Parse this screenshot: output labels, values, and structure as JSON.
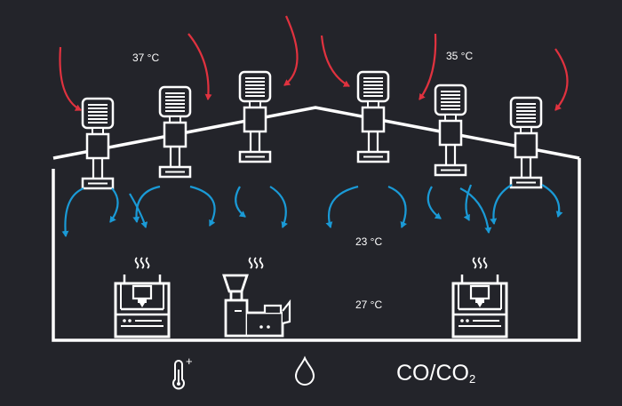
{
  "labels": {
    "outside_left_temp": "37 °C",
    "outside_right_temp": "35 °C",
    "inside_upper_temp": "23 °C",
    "inside_lower_temp": "27 °C"
  },
  "legend": {
    "gas_co": "CO/CO",
    "gas_sub": "2",
    "thermometer_plus": "+"
  },
  "colors": {
    "background": "#23242a",
    "line": "#ffffff",
    "hot_air": "#e0323f",
    "cool_air": "#1a9ad6"
  },
  "icons": [
    "hot-air-arrow-icon",
    "cool-air-arrow-icon",
    "evaporative-cooler-icon",
    "3d-printer-icon",
    "extruder-machine-icon",
    "heat-waves-icon",
    "thermometer-icon",
    "water-drop-icon"
  ]
}
